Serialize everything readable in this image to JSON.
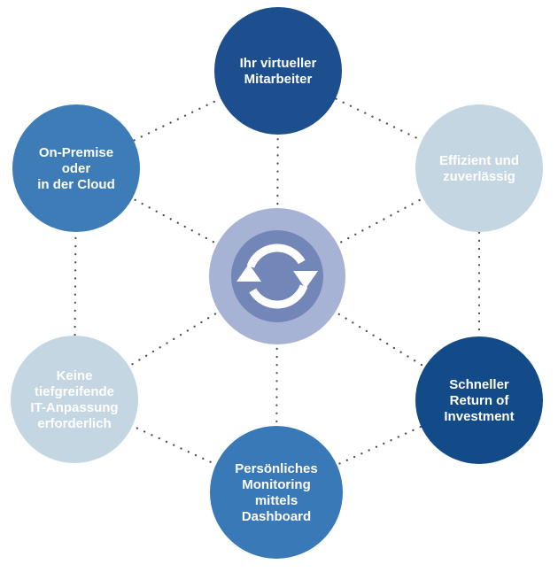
{
  "center": {
    "icon": "refresh-cycle-icon",
    "outer_color": "#a7b3d4",
    "inner_color": "#7386b8",
    "arrow_color": "#ffffff"
  },
  "nodes": [
    {
      "id": "virtual-employee",
      "color": "#1d4f8e",
      "label_lines": [
        "Ihr virtueller",
        "Mitarbeiter"
      ]
    },
    {
      "id": "efficient-reliable",
      "color": "#c4d6e2",
      "label_lines": [
        "Effizient und",
        "zuverlässig"
      ]
    },
    {
      "id": "fast-roi",
      "color": "#134a88",
      "label_lines": [
        "Schneller",
        "Return of",
        "Investment"
      ]
    },
    {
      "id": "personal-monitoring",
      "color": "#3a79b7",
      "label_lines": [
        "Persönliches",
        "Monitoring",
        "mittels",
        "Dashboard"
      ]
    },
    {
      "id": "no-it-adjustment",
      "color": "#c4d6e2",
      "label_lines": [
        "Keine",
        "tiefgreifende",
        "IT-Anpassung",
        "erforderlich"
      ]
    },
    {
      "id": "on-premise-cloud",
      "color": "#3e7cb8",
      "label_lines": [
        "On-Premise",
        "oder",
        "in der Cloud"
      ]
    }
  ],
  "connector_color": "#4a4a4a"
}
